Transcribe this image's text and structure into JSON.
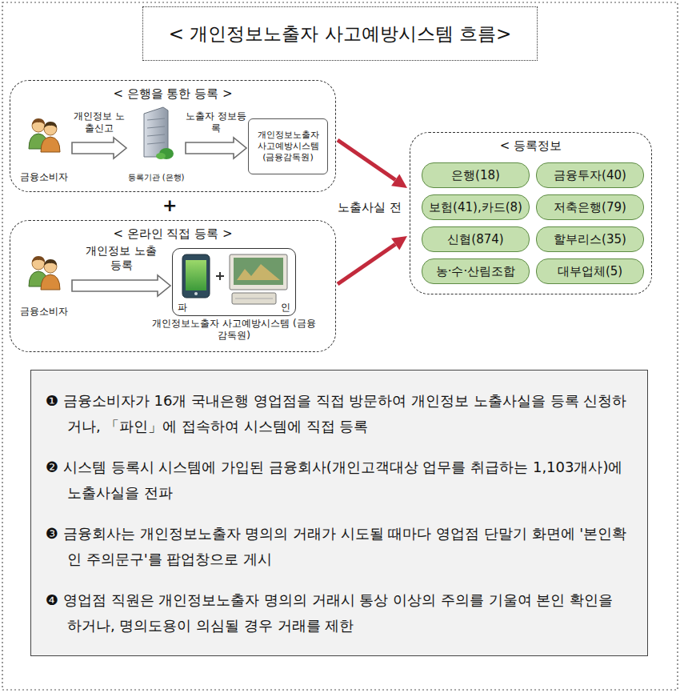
{
  "diagram": {
    "title": "< 개인정보노출자 사고예방시스템 흐름>",
    "nodes": [
      {
        "text": [
          "< 은행을 통한 등록 >"
        ]
      },
      {
        "text": [
          "금융소비자"
        ],
        "in": 0
      },
      {
        "text": [
          "등록기관 (은행)"
        ],
        "in": 0
      },
      {
        "text": [
          "개인정보노출자 사고예방시스템 (금융감독원)"
        ],
        "in": 0
      },
      {
        "text": [
          "< 온라인 직접 등록 >"
        ]
      },
      {
        "text": [
          "금융소비자"
        ],
        "in": 4
      },
      {
        "text": [
          "파",
          "인",
          "개인정보노출자 사고예방시스템 (금융감독원)"
        ],
        "in": 4
      },
      {
        "text": [
          "< 등록정보"
        ]
      },
      {
        "text": [
          "은행(18)"
        ],
        "in": 7
      },
      {
        "text": [
          "금융투자(40)"
        ],
        "in": 7
      },
      {
        "text": [
          "보험(41),카드(8)"
        ],
        "in": 7
      },
      {
        "text": [
          "저축은행(79)"
        ],
        "in": 7
      },
      {
        "text": [
          "신협(874)"
        ],
        "in": 7
      },
      {
        "text": [
          "할부리스(35)"
        ],
        "in": 7
      },
      {
        "text": [
          "농·수·산림조합"
        ],
        "in": 7
      },
      {
        "text": [
          "대부업체(5)"
        ],
        "in": 7
      },
      {
        "text": [
          "❶ 금융소비자가 16개 국내은행 영업점을 직접 방문하여 개인정보 노출사실을 등록 신청하거나, 「파인」에 접속하여 시스템에 직접 등록",
          "❷ 시스템 등록시 시스템에 가입된 금융회사(개인고객대상 업무를 취급하는 1,103개사)에 노출사실을 전파",
          "❸ 금융회사는 개인정보노출자 명의의 거래가 시도될 때마다 영업점 단말기 화면에 '본인확인 주의문구'를 팝업창으로 게시",
          "❹ 영업점 직원은 개인정보노출자 명의의 거래시 통상 이상의 주의를 기울여 본인 확인을 하거나, 명의도용이 의심될 경우 거래를 제한"
        ]
      }
    ],
    "edges": [
      {
        "from": 1,
        "to": 2,
        "label": "개인정보 노출신고",
        "arrow": "to"
      },
      {
        "from": 2,
        "to": 3,
        "label": "노출자 정보등록",
        "arrow": "to"
      },
      {
        "from": 5,
        "to": 6,
        "label": "개인정보 노출등록",
        "arrow": "to"
      },
      {
        "from": 0,
        "to": 7,
        "arrow": "to"
      },
      {
        "from": 4,
        "to": 7,
        "arrow": "to"
      }
    ],
    "labels": [
      "+",
      "노출사실 전"
    ]
  }
}
